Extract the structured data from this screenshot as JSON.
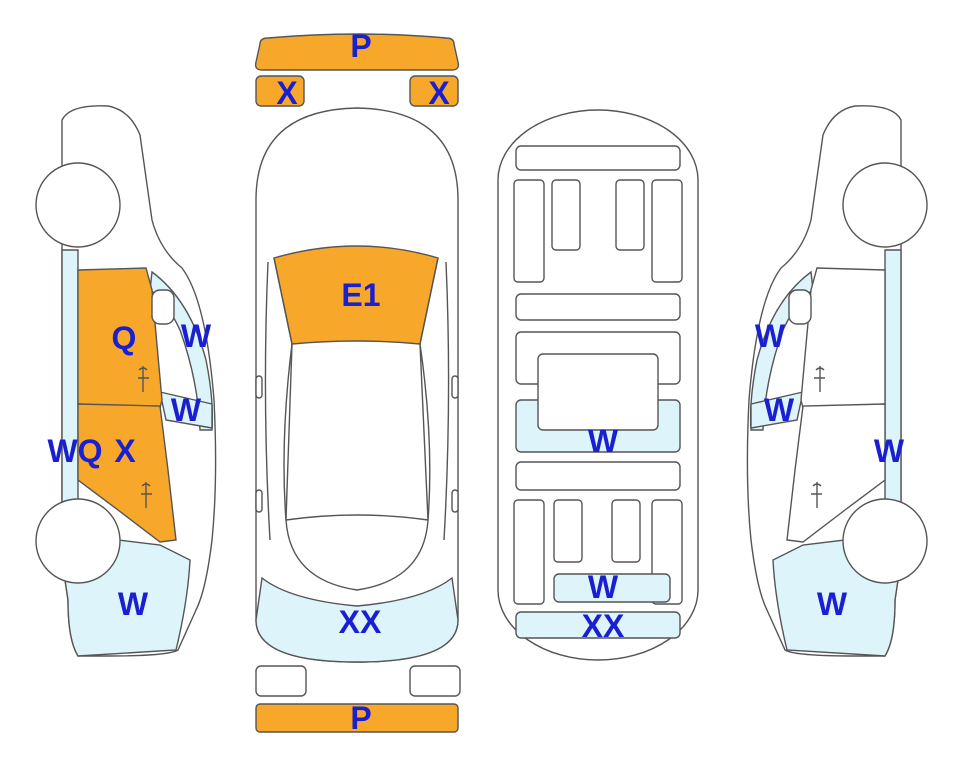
{
  "colors": {
    "damage_orange": "#F7A82B",
    "light_blue": "#DDF4FB",
    "outline": "#555555",
    "label_blue": "#1A20D2",
    "body": "#FFFFFF"
  },
  "labels": {
    "front_bumper_top": "P",
    "headlight_left": "X",
    "headlight_right": "X",
    "hood": "E1",
    "roof": "XX",
    "rear_bumper": "P",
    "left_front_door": "Q",
    "left_a_pillar": "W",
    "left_mirror": "W",
    "left_rear_door": "X",
    "left_rear_door_2": "WQ",
    "left_rear_quarter": "W",
    "underbody_center": "W",
    "underbody_rear": "W",
    "underbody_tail": "XX",
    "right_a_pillar": "W",
    "right_mirror": "W",
    "right_side_panel": "W",
    "right_rear_quarter": "W"
  },
  "icons": {
    "left_view": "car-left-side-outline",
    "top_view": "car-top-outline",
    "bottom_view": "car-underbody-outline",
    "right_view": "car-right-side-outline"
  }
}
